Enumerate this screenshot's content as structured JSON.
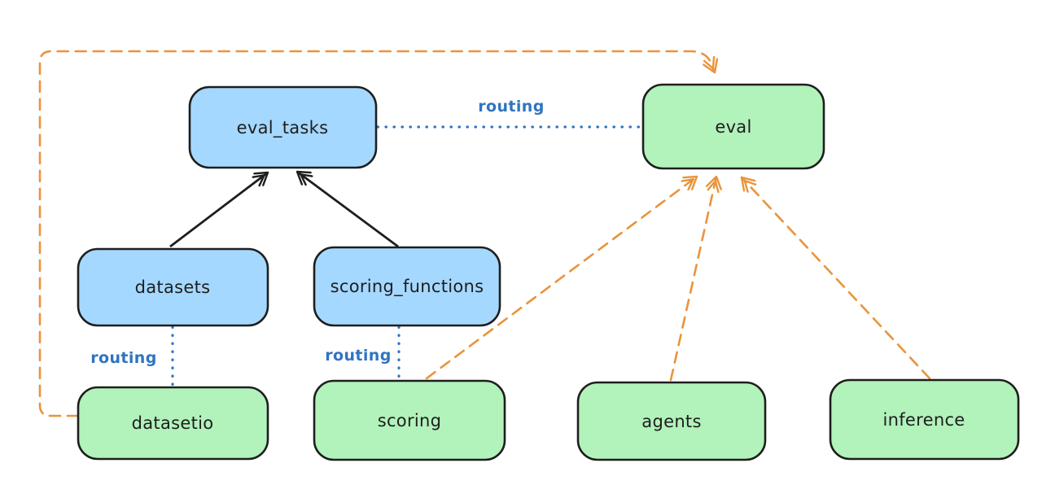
{
  "diagram": {
    "background": "#ffffff",
    "colors": {
      "node_stroke": "#1e1e1e",
      "blue_node_fill": "#a5d8ff",
      "green_node_fill": "#b2f2bb",
      "routing_blue": "#2f74c0",
      "arrow_black": "#1e1e1e",
      "arrow_orange": "#e9943b"
    },
    "nodes": {
      "eval_tasks": {
        "label": "eval_tasks",
        "fill": "#a5d8ff"
      },
      "datasets": {
        "label": "datasets",
        "fill": "#a5d8ff"
      },
      "scoring_functions": {
        "label": "scoring_functions",
        "fill": "#a5d8ff"
      },
      "eval": {
        "label": "eval",
        "fill": "#b2f2bb"
      },
      "datasetio": {
        "label": "datasetio",
        "fill": "#b2f2bb"
      },
      "scoring": {
        "label": "scoring",
        "fill": "#b2f2bb"
      },
      "agents": {
        "label": "agents",
        "fill": "#b2f2bb"
      },
      "inference": {
        "label": "inference",
        "fill": "#b2f2bb"
      }
    },
    "edge_labels": {
      "eval_tasks_to_eval": "routing",
      "datasets_to_datasetio": "routing",
      "scoring_functions_to_scoring": "routing"
    }
  }
}
